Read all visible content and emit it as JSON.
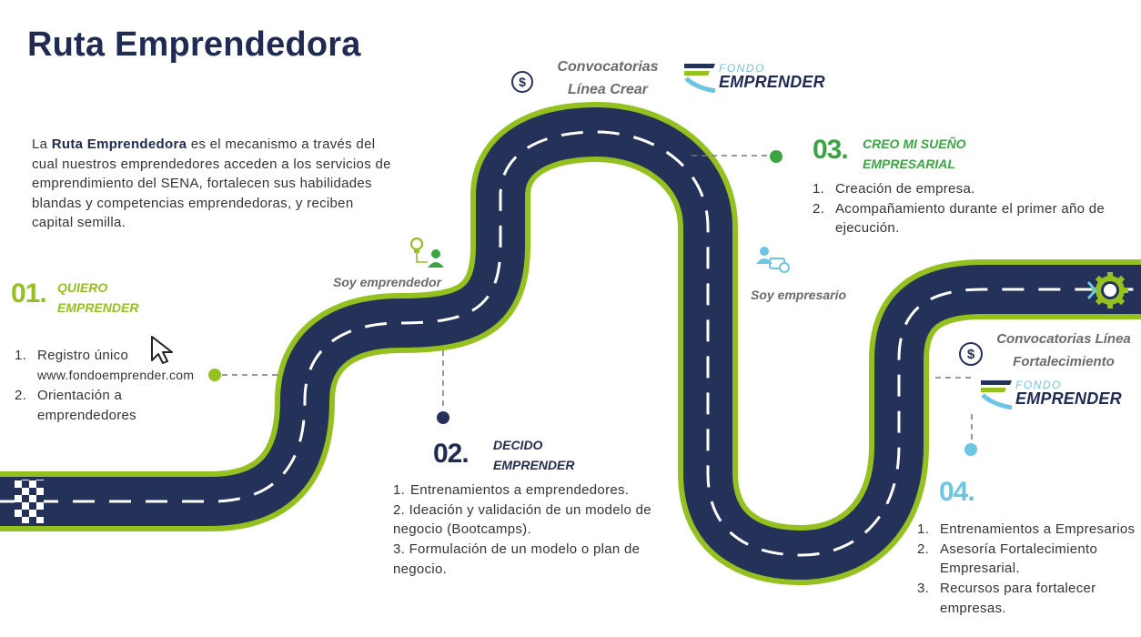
{
  "title": "Ruta Emprendedora",
  "intro": {
    "prefix": "La ",
    "bold": "Ruta Emprendedora",
    "suffix": " es el mecanismo a través del cual nuestros emprendedores acceden a los servicios de emprendimiento del SENA, fortalecen sus habilidades blandas y competencias emprendedoras, y reciben capital semilla."
  },
  "steps": {
    "s1": {
      "number": "01.",
      "title_line1": "QUIERO",
      "title_line2": "EMPRENDER",
      "items": [
        {
          "n": "1.",
          "text": "Registro único",
          "extra": "www.fondoemprender.com"
        },
        {
          "n": "2.",
          "text": "Orientación a emprendedores"
        }
      ]
    },
    "s2": {
      "number": "02.",
      "title_line1": "DECIDO",
      "title_line2": "EMPRENDER",
      "items": [
        {
          "n": "1.",
          "text": " Entrenamientos a emprendedores."
        },
        {
          "n": "2.",
          "text": "Ideación y validación de un modelo de negocio (Bootcamps)."
        },
        {
          "n": "3.",
          "text": "Formulación de un modelo o plan de negocio."
        }
      ]
    },
    "s3": {
      "number": "03.",
      "title_line1": "CREO MI SUEÑO",
      "title_line2": "EMPRESARIAL",
      "items": [
        {
          "n": "1.",
          "text": "Creación de empresa."
        },
        {
          "n": "2.",
          "text": "Acompañamiento durante el primer año de ejecución."
        }
      ]
    },
    "s4": {
      "number": "04.",
      "items": [
        {
          "n": "1.",
          "text": "Entrenamientos a Empresarios"
        },
        {
          "n": "2.",
          "text": "Asesoría Fortalecimiento Empresarial."
        },
        {
          "n": "3.",
          "text": "Recursos para fortalecer empresas."
        }
      ]
    }
  },
  "captions": {
    "soy_emprendedor": "Soy emprendedor",
    "soy_empresario": "Soy empresario",
    "conv_crear_line1": "Convocatorias",
    "conv_crear_line2": "Línea Crear",
    "conv_fort_line1": "Convocatorias Línea",
    "conv_fort_line2": "Fortalecimiento"
  },
  "logo": {
    "small": "FONDO",
    "big": "EMPRENDER"
  },
  "colors": {
    "road": "#243158",
    "road_border": "#94c11f",
    "step1": "#94c11f",
    "step2": "#1f2b52",
    "step3": "#3ba543",
    "step4": "#6cc5e2"
  },
  "icons": [
    "dollar-icon",
    "lightbulb-person-icon",
    "businessman-icon",
    "gear-icon",
    "checkered-flag-icon",
    "cursor-icon"
  ]
}
